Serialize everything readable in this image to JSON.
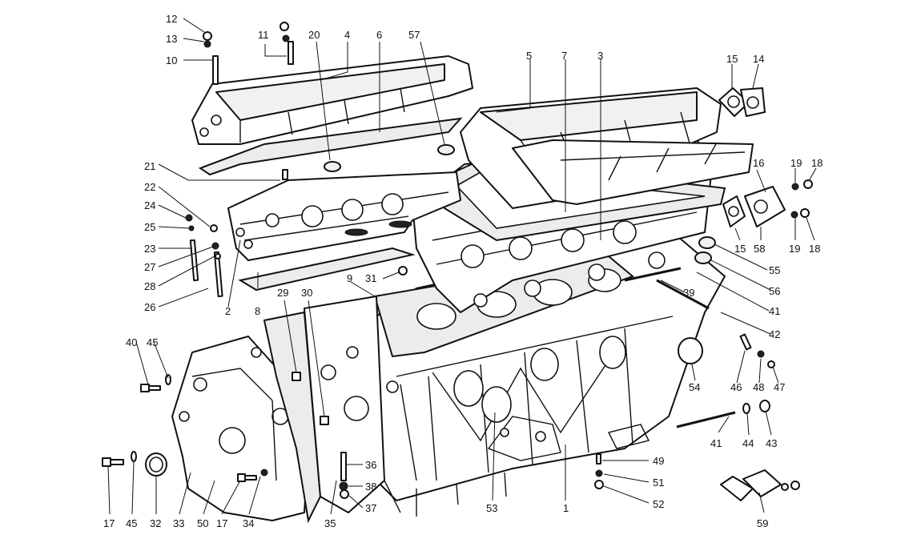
{
  "callouts": [
    {
      "label": "12"
    },
    {
      "label": "13"
    },
    {
      "label": "10"
    },
    {
      "label": "11"
    },
    {
      "label": "20"
    },
    {
      "label": "4"
    },
    {
      "label": "6"
    },
    {
      "label": "57"
    },
    {
      "label": "5"
    },
    {
      "label": "7"
    },
    {
      "label": "3"
    },
    {
      "label": "15"
    },
    {
      "label": "14"
    },
    {
      "label": "21"
    },
    {
      "label": "22"
    },
    {
      "label": "24"
    },
    {
      "label": "25"
    },
    {
      "label": "23"
    },
    {
      "label": "27"
    },
    {
      "label": "28"
    },
    {
      "label": "26"
    },
    {
      "label": "2"
    },
    {
      "label": "8"
    },
    {
      "label": "29"
    },
    {
      "label": "30"
    },
    {
      "label": "9"
    },
    {
      "label": "31"
    },
    {
      "label": "16"
    },
    {
      "label": "19"
    },
    {
      "label": "18"
    },
    {
      "label": "15"
    },
    {
      "label": "58"
    },
    {
      "label": "19"
    },
    {
      "label": "18"
    },
    {
      "label": "55"
    },
    {
      "label": "56"
    },
    {
      "label": "39"
    },
    {
      "label": "41"
    },
    {
      "label": "42"
    },
    {
      "label": "40"
    },
    {
      "label": "45"
    },
    {
      "label": "54"
    },
    {
      "label": "46"
    },
    {
      "label": "48"
    },
    {
      "label": "47"
    },
    {
      "label": "44"
    },
    {
      "label": "43"
    },
    {
      "label": "41"
    },
    {
      "label": "49"
    },
    {
      "label": "51"
    },
    {
      "label": "52"
    },
    {
      "label": "36"
    },
    {
      "label": "38"
    },
    {
      "label": "37"
    },
    {
      "label": "53"
    },
    {
      "label": "1"
    },
    {
      "label": "17"
    },
    {
      "label": "45"
    },
    {
      "label": "32"
    },
    {
      "label": "33"
    },
    {
      "label": "50"
    },
    {
      "label": "17"
    },
    {
      "label": "34"
    },
    {
      "label": "35"
    },
    {
      "label": "59"
    }
  ]
}
